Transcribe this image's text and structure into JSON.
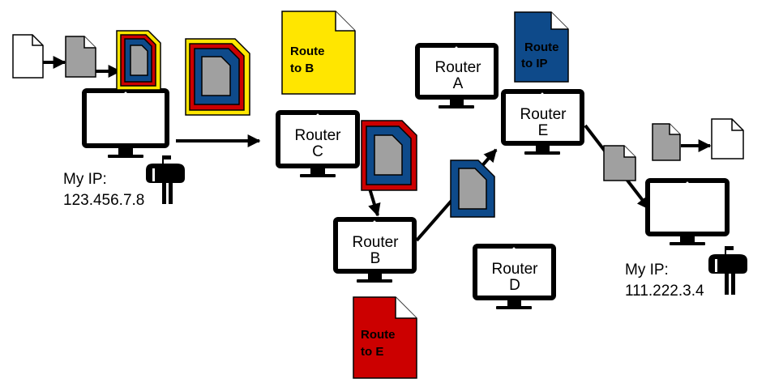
{
  "sender": {
    "ip_label": "My IP:",
    "ip_value": "123.456.7.8",
    "icon": "mailbox-icon"
  },
  "receiver": {
    "ip_label": "My IP:",
    "ip_value": "111.222.3.4",
    "icon": "mailbox-icon"
  },
  "routers": {
    "a": {
      "line1": "Router",
      "line2": "A"
    },
    "b": {
      "line1": "Router",
      "line2": "B"
    },
    "c": {
      "line1": "Router",
      "line2": "C"
    },
    "d": {
      "line1": "Router",
      "line2": "D"
    },
    "e": {
      "line1": "Router",
      "line2": "E"
    }
  },
  "notes": {
    "route_to_b": {
      "line1": "Route",
      "line2": "to B",
      "color": "#ffe600"
    },
    "route_to_e": {
      "line1": "Route",
      "line2": "to E",
      "color": "#cc0000"
    },
    "route_to_ip": {
      "line1": "Route",
      "line2": "to IP",
      "color": "#0e4a8a"
    }
  },
  "colors": {
    "yellow": "#ffe600",
    "red": "#cc0000",
    "blue": "#0e4a8a",
    "gray": "#a0a0a0",
    "ink": "#000000"
  }
}
